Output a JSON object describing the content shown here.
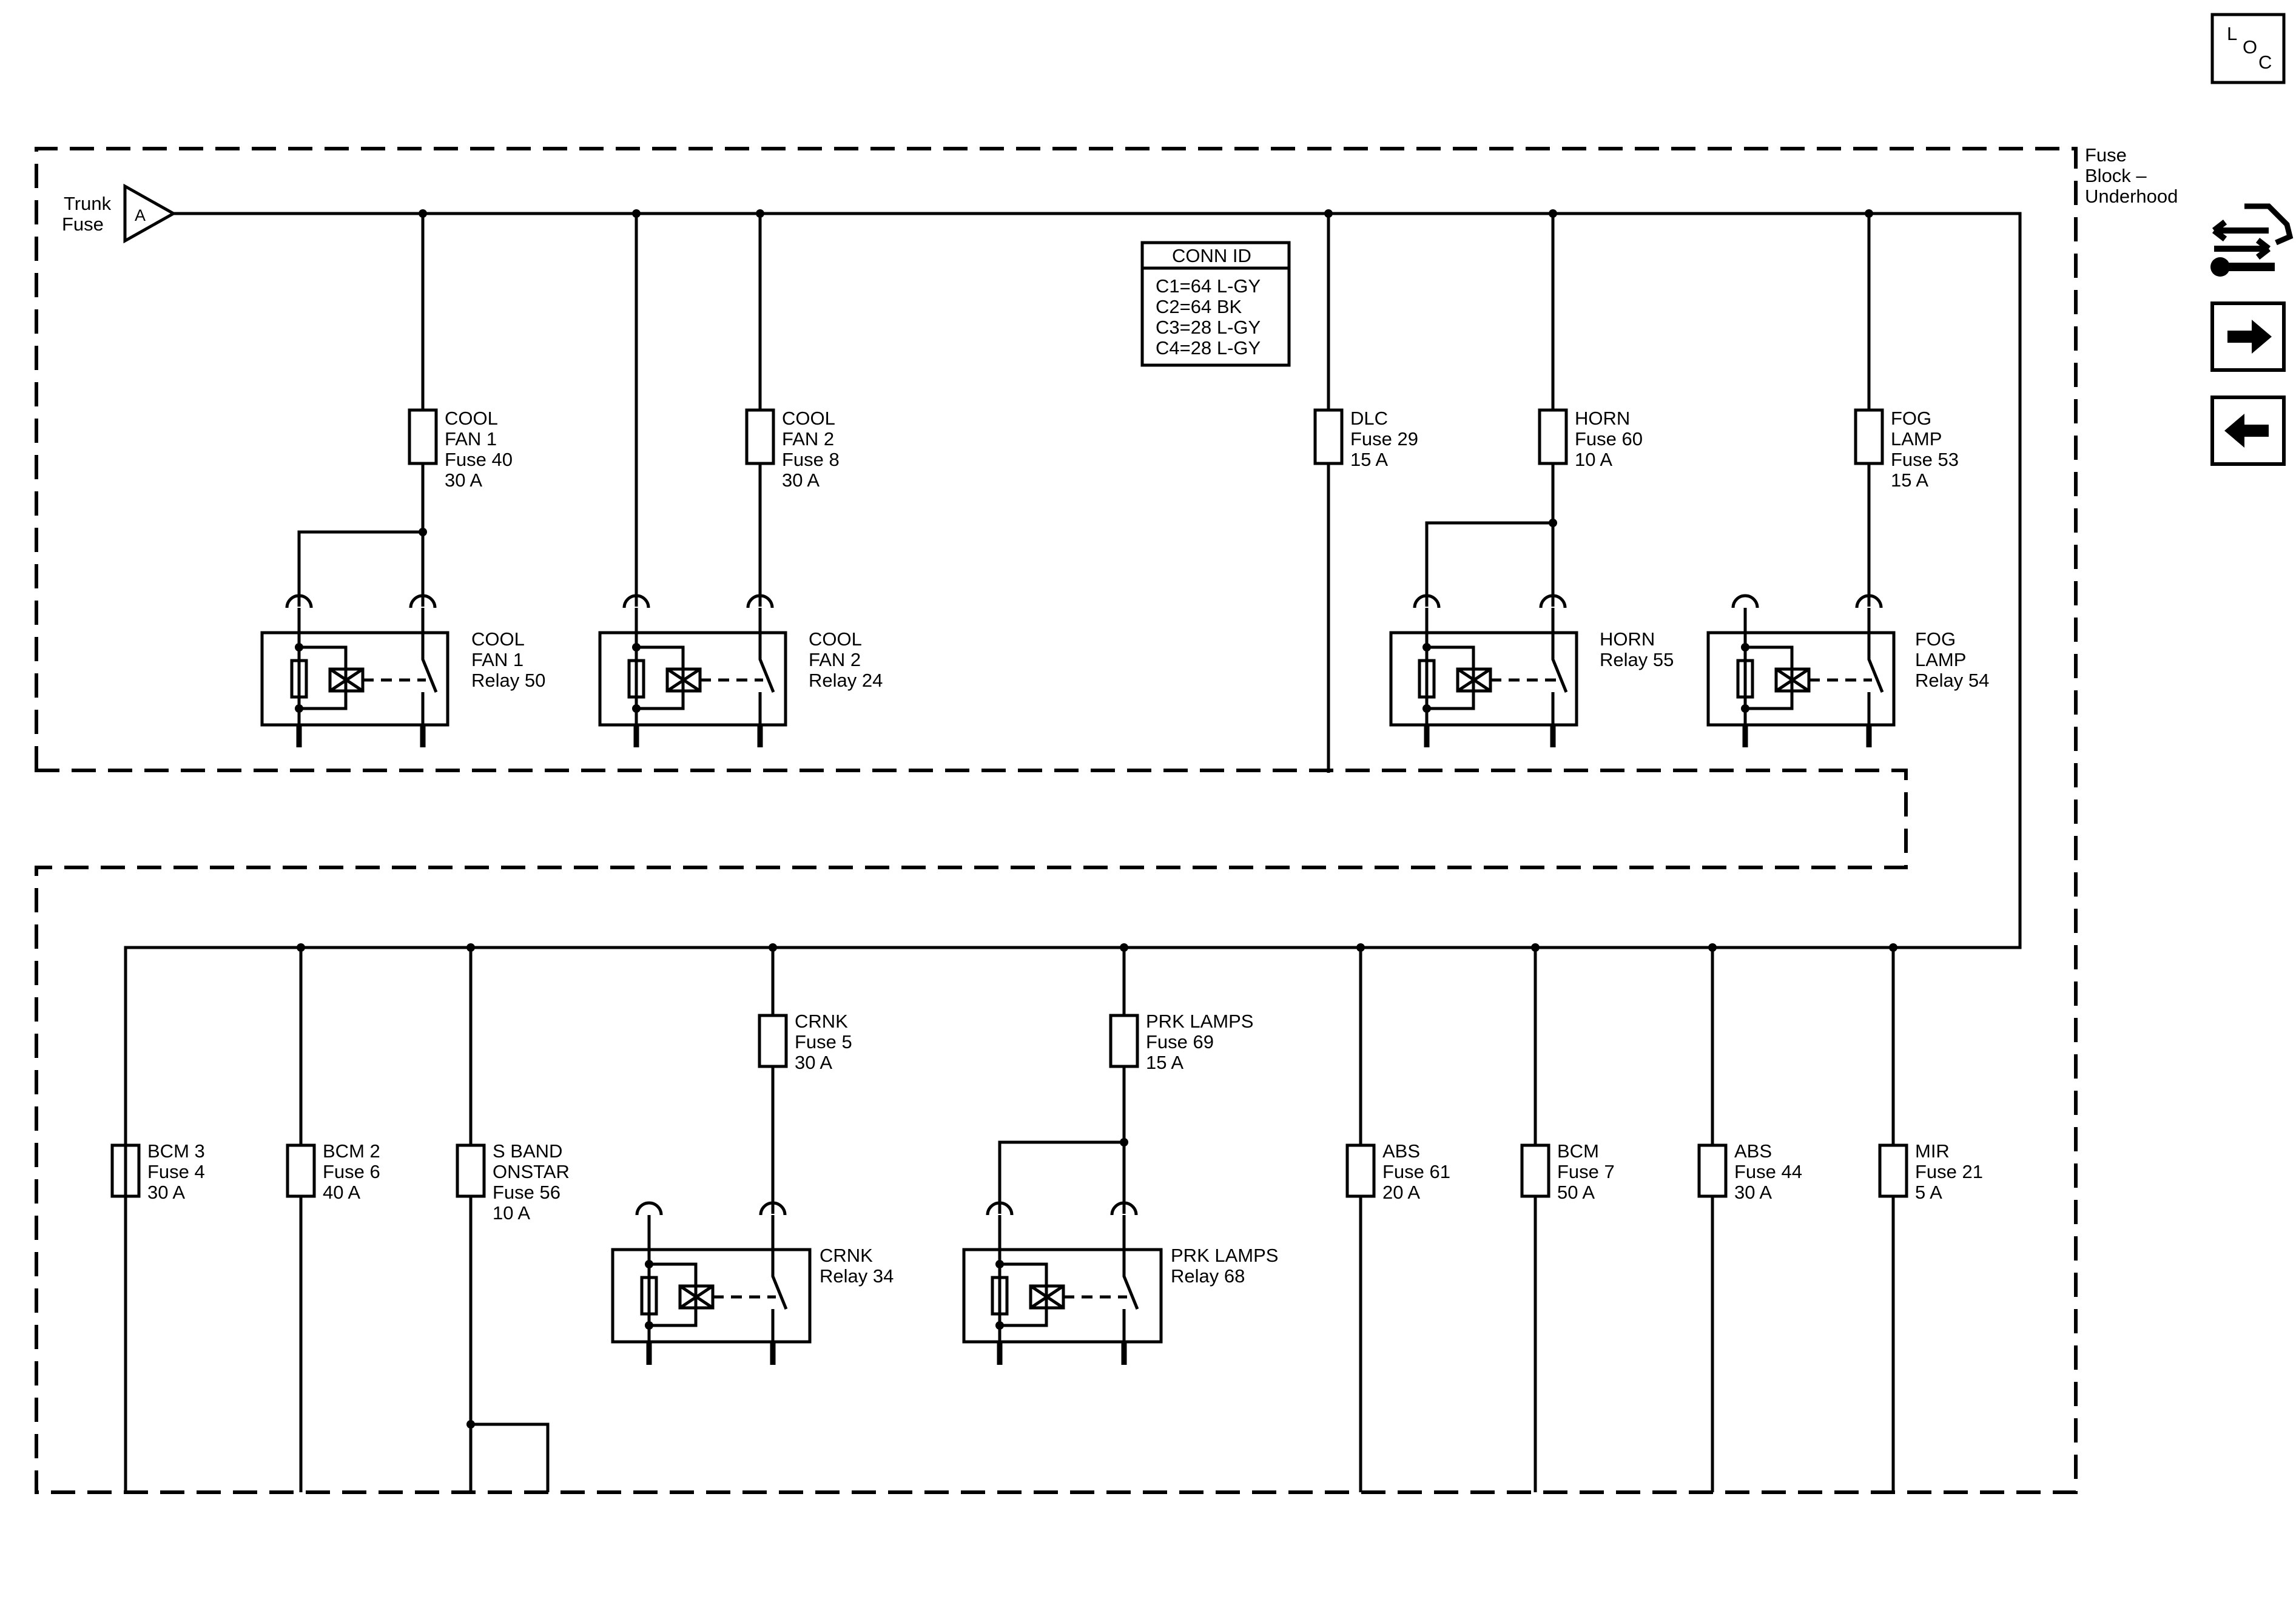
{
  "diagram": {
    "loc": {
      "l": "L",
      "o": "O",
      "c": "C"
    },
    "trunk_fuse": {
      "line1": "Trunk",
      "line2": "Fuse",
      "pin": "A"
    },
    "fuse_block": {
      "line1": "Fuse",
      "line2": "Block –",
      "line3": "Underhood"
    },
    "conn_id": {
      "title": "CONN ID",
      "rows": [
        "C1=64 L-GY",
        "C2=64 BK",
        "C3=28 L-GY",
        "C4=28 L-GY"
      ]
    },
    "top_fuses": [
      {
        "lines": [
          "COOL",
          "FAN 1",
          "Fuse 40",
          "30 A"
        ]
      },
      {
        "lines": [
          "COOL",
          "FAN 2",
          "Fuse 8",
          "30 A"
        ]
      },
      {
        "lines": [
          "DLC",
          "Fuse 29",
          "15 A"
        ]
      },
      {
        "lines": [
          "HORN",
          "Fuse 60",
          "10 A"
        ]
      },
      {
        "lines": [
          "FOG",
          "LAMP",
          "Fuse 53",
          "15 A"
        ]
      }
    ],
    "top_relays": [
      {
        "lines": [
          "COOL",
          "FAN 1",
          "Relay 50"
        ]
      },
      {
        "lines": [
          "COOL",
          "FAN 2",
          "Relay 24"
        ]
      },
      {
        "lines": [
          "HORN",
          "Relay 55"
        ]
      },
      {
        "lines": [
          "FOG",
          "LAMP",
          "Relay 54"
        ]
      }
    ],
    "bottom_fuses": [
      {
        "lines": [
          "BCM 3",
          "Fuse 4",
          "30 A"
        ]
      },
      {
        "lines": [
          "BCM 2",
          "Fuse 6",
          "40 A"
        ]
      },
      {
        "lines": [
          "S BAND",
          "ONSTAR",
          "Fuse 56",
          "10 A"
        ]
      },
      {
        "lines": [
          "CRNK",
          "Fuse 5",
          "30 A"
        ]
      },
      {
        "lines": [
          "PRK LAMPS",
          "Fuse 69",
          "15 A"
        ]
      },
      {
        "lines": [
          "ABS",
          "Fuse 61",
          "20 A"
        ]
      },
      {
        "lines": [
          "BCM",
          "Fuse 7",
          "50 A"
        ]
      },
      {
        "lines": [
          "ABS",
          "Fuse 44",
          "30 A"
        ]
      },
      {
        "lines": [
          "MIR",
          "Fuse 21",
          "5 A"
        ]
      }
    ],
    "bottom_relays": [
      {
        "lines": [
          "CRNK",
          "Relay 34"
        ]
      },
      {
        "lines": [
          "PRK LAMPS",
          "Relay 68"
        ]
      }
    ]
  },
  "nav": {
    "icons": [
      "locator-connector-icon",
      "arrow-right-icon",
      "arrow-left-icon"
    ]
  }
}
